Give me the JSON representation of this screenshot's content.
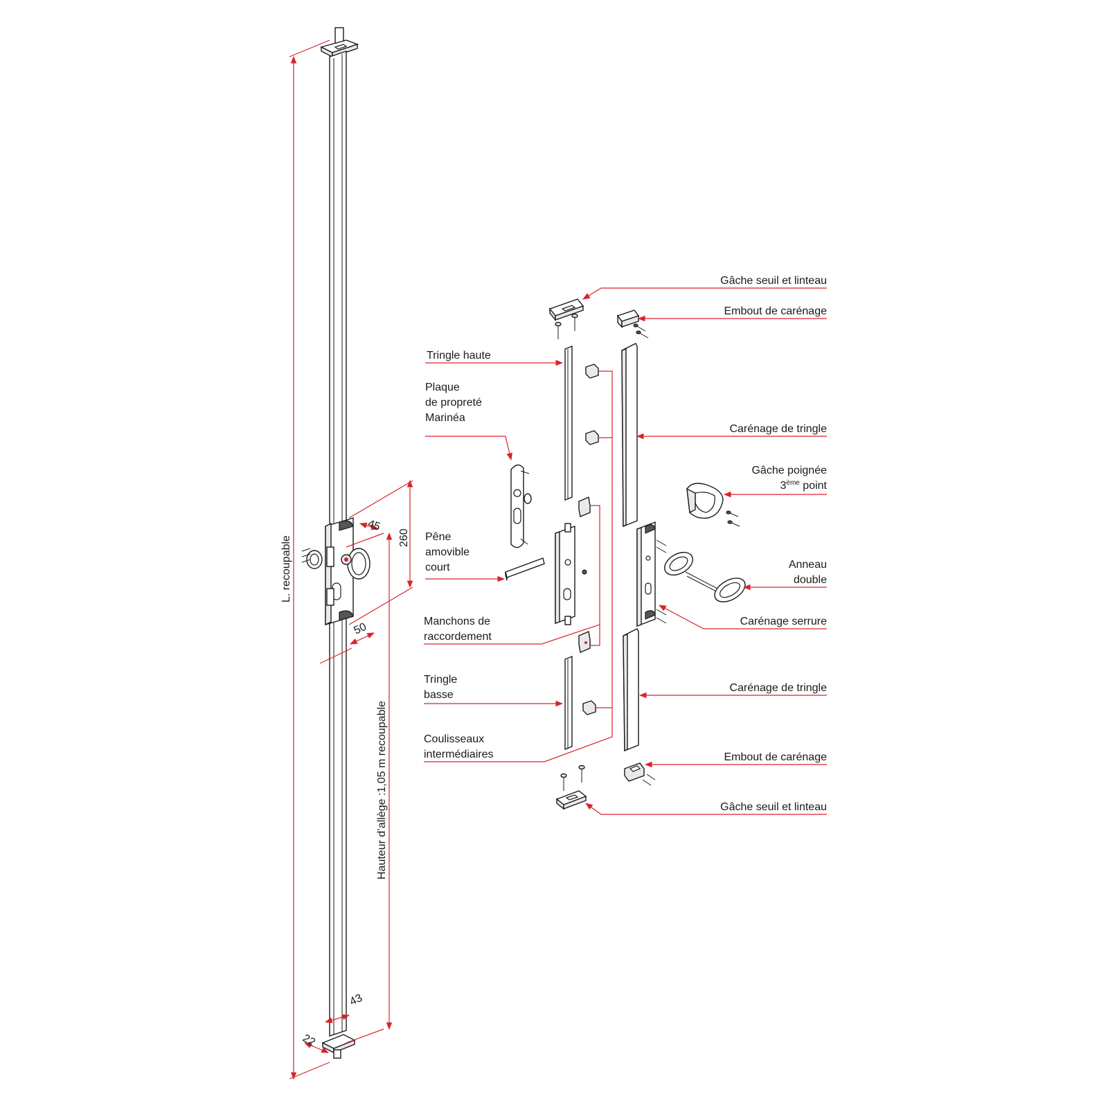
{
  "colors": {
    "leader": "#d9232a",
    "ink": "#1a1a1a",
    "background": "#ffffff"
  },
  "dimensions": {
    "length": "L. recoupable",
    "sill_height": "Hauteur d’allège :1,05 m recoupable",
    "d45": "45",
    "d260": "260",
    "d50": "50",
    "d43": "43",
    "d22": "22"
  },
  "labels_left": {
    "tringle_haute": "Tringle haute",
    "plaque": [
      "Plaque",
      "de propreté",
      "Marinéa"
    ],
    "pene": [
      "Pêne",
      "amovible",
      "court"
    ],
    "manchons": [
      "Manchons de",
      "raccordement"
    ],
    "tringle_basse": [
      "Tringle",
      "basse"
    ],
    "coulisseaux": [
      "Coulisseaux",
      "intermédiaires"
    ]
  },
  "labels_right": {
    "gache_top": "Gâche seuil et linteau",
    "embout_top": "Embout de carénage",
    "carenage_tringle_top": "Carénage de tringle",
    "gache_poignee_1": "Gâche poignée",
    "gache_poignee_2_pre": "3",
    "gache_poignee_2_sup": "ème",
    "gache_poignee_2_post": " point",
    "anneau": [
      "Anneau",
      "double"
    ],
    "carenage_serrure": "Carénage serrure",
    "carenage_tringle_bottom": "Carénage de tringle",
    "embout_bottom": "Embout de carénage",
    "gache_bottom": "Gâche seuil et linteau"
  }
}
